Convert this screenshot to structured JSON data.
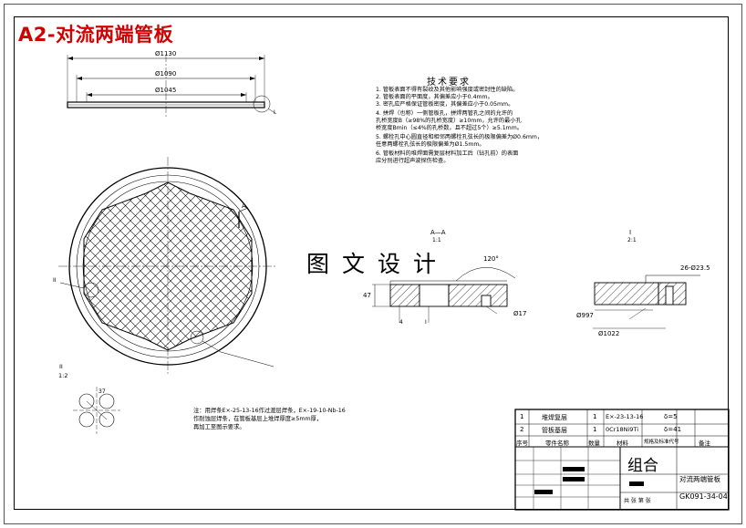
{
  "header": {
    "title": "A2-对流两端管板"
  },
  "watermark": "图文设计",
  "dims": {
    "d1130": "Ø1130",
    "d1090": "Ø1090",
    "d1045": "Ø1045",
    "d997": "Ø997",
    "d1022": "Ø1022",
    "d17": "Ø17",
    "hole_spec": "26-Ø23.5",
    "angle": "120°",
    "h47": "47",
    "w4": "4",
    "r37": "37"
  },
  "view_labels": {
    "aa": "A—A",
    "aa_scale": "1:1",
    "one": "I",
    "one_scale": "2:1",
    "two": "II",
    "two_scale": "1:2",
    "A": "A",
    "I": "I",
    "II": "II"
  },
  "tech": {
    "title": "技术要求",
    "items": [
      "1. 管板表面不得有裂纹及其他影响强度或密封性的缺陷。",
      "2. 管板表面的平面度，其偏差应小于0.4mm。",
      "3. 密孔应严格保证管板密度，其偏差应小于0.05mm。",
      "4. 拼焊（也称）一侧管板孔，拼焊两管孔之间的允许的",
      "   孔桥宽度B（≥98%的孔桥宽度）≥10mm，允许的最小孔",
      "   桥宽度Bmin（≤4%的孔桥数，且不超过5个）≥5.1mm。",
      "5. 螺栓孔中心圆直径和相邻两螺栓孔弦长的极限偏差为Ø0.6mm，",
      "   任意两螺栓孔弦长的极限偏差为Ø1.5mm。",
      "6. 管板材料的堆焊面需复层材料加工后（钻孔前）的表面",
      "   应分别进行超声波探伤检查。"
    ]
  },
  "note": [
    "注：用焊条E×-25-13-16作过渡层焊条，E×-19-10-Nb-16",
    "    作耐蚀层焊条，在管板基层上堆焊厚度≥5mm厚，",
    "    再加工至图示要求。"
  ],
  "parts": [
    {
      "no": "1",
      "name": "堆焊复层",
      "qty": "1",
      "material": "E×-23-13-16",
      "spec": "δ=5"
    },
    {
      "no": "2",
      "name": "管板基层",
      "qty": "1",
      "material": "0Cr18Ni9Ti",
      "spec": "δ=41"
    }
  ],
  "parts_header": [
    "序号",
    "零件名称",
    "数量",
    "材料",
    "规格及标准代号",
    "备注"
  ],
  "titleblock": {
    "assembly": "组合",
    "name": "对流两端管板",
    "drawing_no": "GK091-34-04",
    "sheet": "共 张  第 张"
  }
}
